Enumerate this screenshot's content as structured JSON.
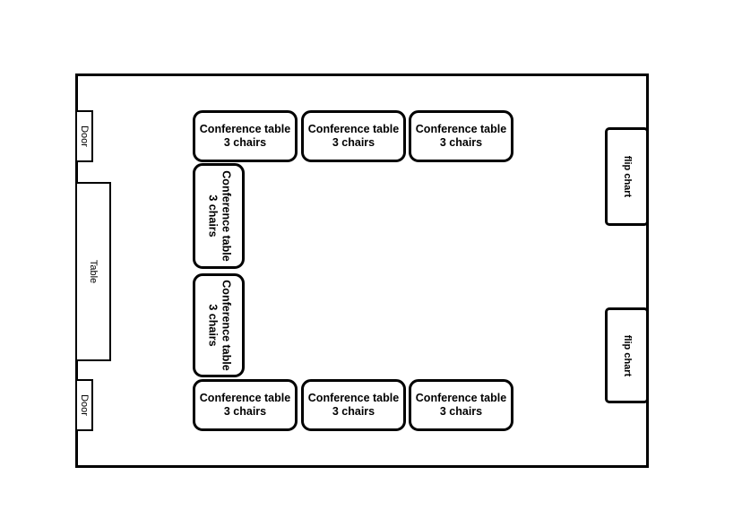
{
  "colors": {
    "outline": "#000000",
    "background": "#ffffff",
    "text": "#000000"
  },
  "diagram": {
    "type": "room-layout-floor-plan"
  },
  "tables": {
    "top": [
      {
        "line1": "Conference table",
        "line2": "3 chairs"
      },
      {
        "line1": "Conference table",
        "line2": "3 chairs"
      },
      {
        "line1": "Conference table",
        "line2": "3 chairs"
      }
    ],
    "left": [
      {
        "line1": "Conference table",
        "line2": "3 chairs"
      },
      {
        "line1": "Conference table",
        "line2": "3 chairs"
      }
    ],
    "bottom": [
      {
        "line1": "Conference table",
        "line2": "3 chairs"
      },
      {
        "line1": "Conference table",
        "line2": "3 chairs"
      },
      {
        "line1": "Conference table",
        "line2": "3 chairs"
      }
    ]
  },
  "wall_items": {
    "left": [
      {
        "label": "Door"
      },
      {
        "label": "Table"
      },
      {
        "label": "Door"
      }
    ],
    "right": [
      {
        "label": "flip chart"
      },
      {
        "label": "flip chart"
      }
    ]
  }
}
